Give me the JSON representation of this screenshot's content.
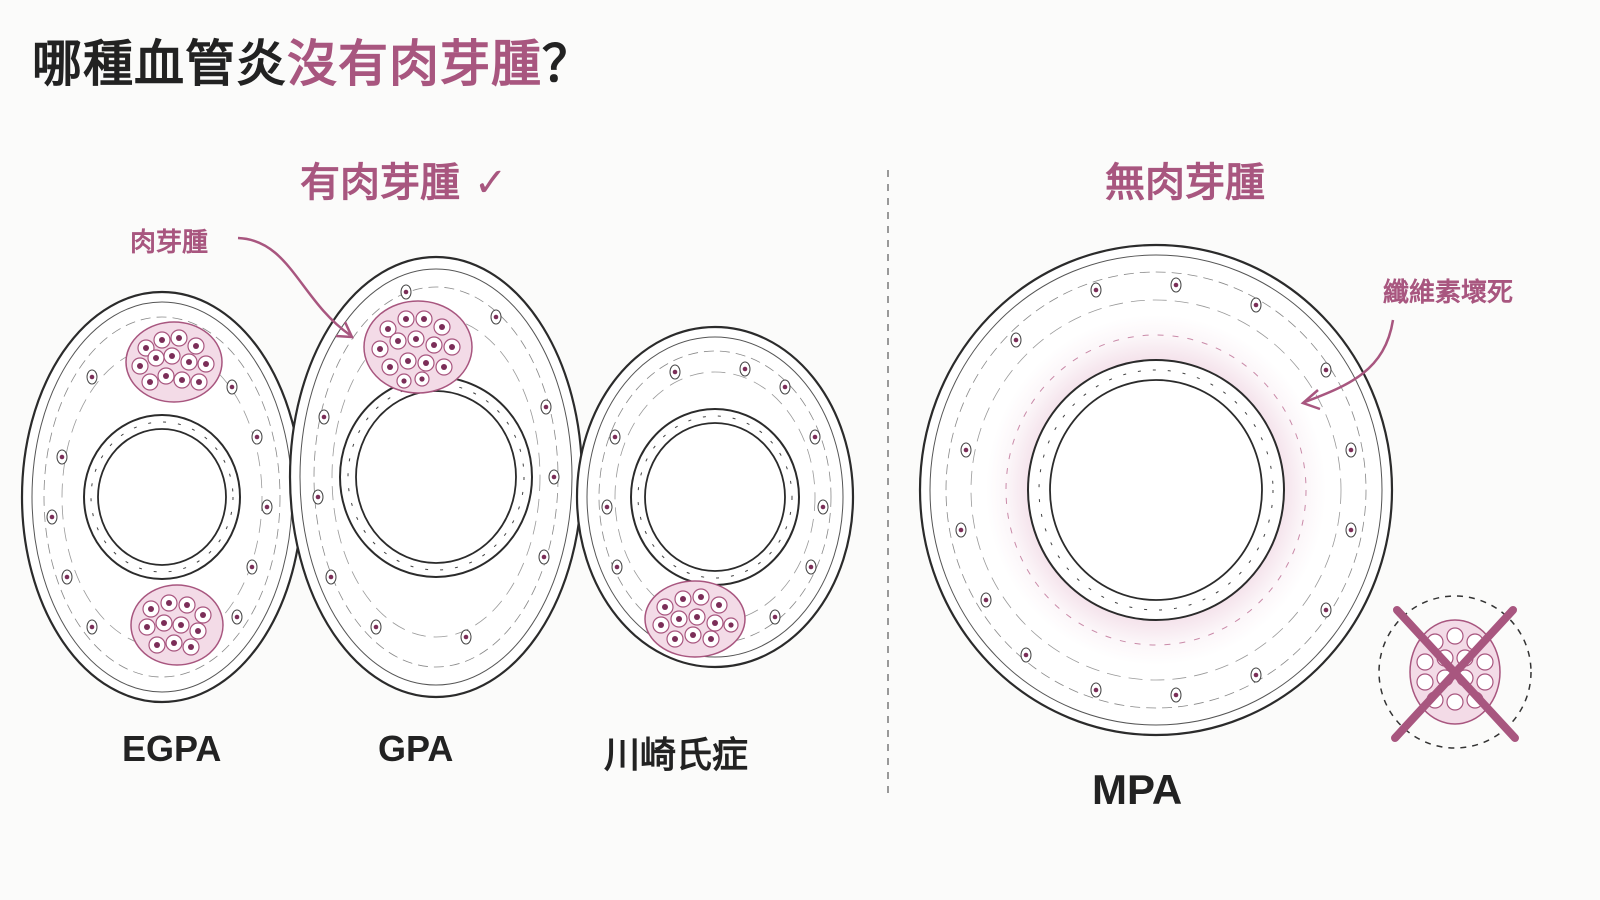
{
  "title": {
    "prefix": "哪種血管炎",
    "accent": "沒有肉芽腫",
    "suffix": "？"
  },
  "left_section": {
    "heading": "有肉芽腫 ✓",
    "granuloma_label": "肉芽腫",
    "vessels": [
      "EGPA",
      "GPA",
      "川崎氏症"
    ]
  },
  "right_section": {
    "heading": "無肉芽腫",
    "necrosis_label": "纖維素壞死",
    "vessel": "MPA"
  },
  "colors": {
    "accent": "#a8567f",
    "text": "#222222",
    "line": "#2b2b2b",
    "background": "#fbfbfa"
  }
}
